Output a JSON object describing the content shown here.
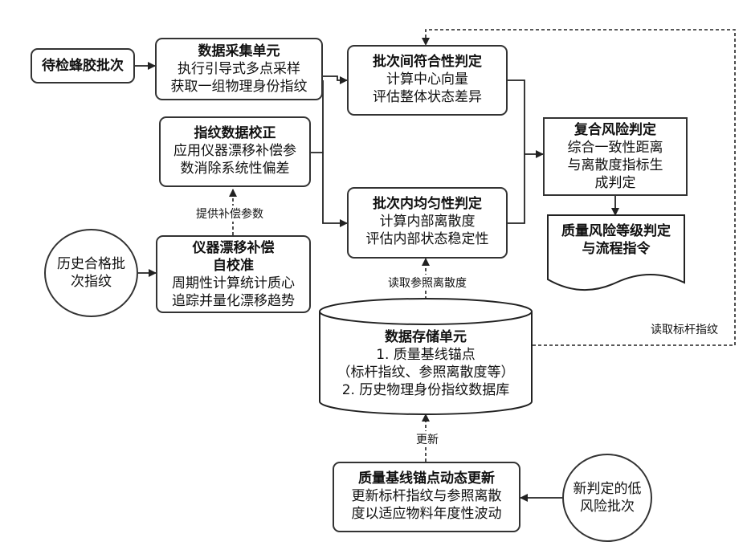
{
  "nodes": {
    "pending": "待检蜂胶批次",
    "acquire": {
      "title": "数据采集单元",
      "lines": [
        "执行引导式多点采样",
        "获取一组物理身份指纹"
      ]
    },
    "calib": {
      "title": "指纹数据校正",
      "lines": [
        "应用仪器漂移补偿参",
        "数消除系统性偏差"
      ]
    },
    "drift": {
      "title": "仪器漂移补偿",
      "title2": "自校准",
      "lines": [
        "周期性计算统计质心",
        "追踪并量化漂移趋势"
      ]
    },
    "history": {
      "lines": [
        "历史合格批",
        "次指纹"
      ]
    },
    "inter": {
      "title": "批次间符合性判定",
      "lines": [
        "计算中心向量",
        "评估整体状态差异"
      ]
    },
    "intra": {
      "title": "批次内均匀性判定",
      "lines": [
        "计算内部离散度",
        "评估内部状态稳定性"
      ]
    },
    "composite": {
      "title": "复合风险判定",
      "lines": [
        "综合一致性距离",
        "与离散度指标生",
        "成判定"
      ]
    },
    "grade": {
      "lines": [
        "质量风险等级判定",
        "与流程指令"
      ]
    },
    "storage": {
      "title": "数据存储单元",
      "lines": [
        "1. 质量基线锚点",
        "（标杆指纹、参照离散度等）",
        "2. 历史物理身份指纹数据库"
      ]
    },
    "update": {
      "title": "质量基线锚点动态更新",
      "lines": [
        "更新标杆指纹与参照离散",
        "度以适应物料年度性波动"
      ]
    },
    "newlow": {
      "lines": [
        "新判定的低",
        "风险批次"
      ]
    }
  },
  "edge_labels": {
    "provide": "提供补偿参数",
    "read_disp": "读取参照离散度",
    "read_bench": "读取标杆指纹",
    "update": "更新"
  }
}
